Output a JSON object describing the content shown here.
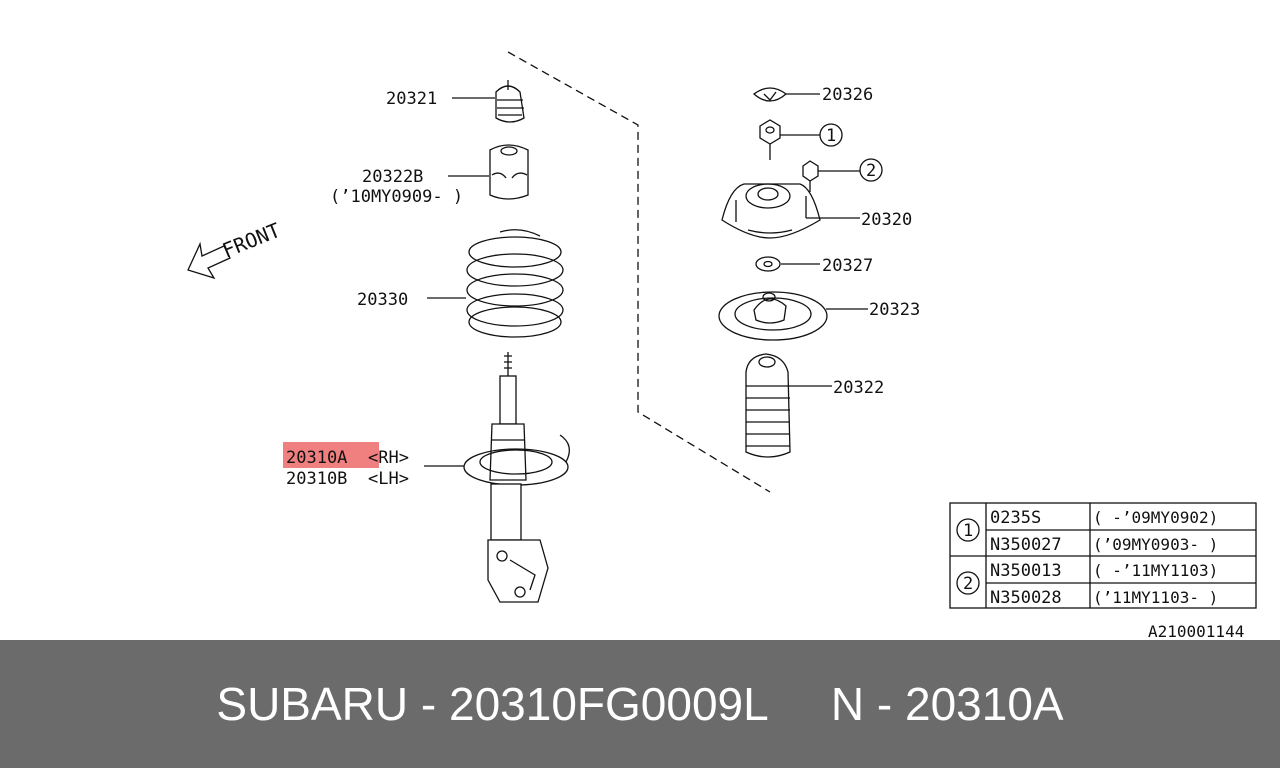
{
  "diagram": {
    "callouts": {
      "p20321": "20321",
      "p20322B": "20322B",
      "p20322B_note": "(’10MY0909- )",
      "p20330": "20330",
      "p20310A": "20310A",
      "p20310A_side": "<RH>",
      "p20310B": "20310B",
      "p20310B_side": "<LH>",
      "p20326": "20326",
      "p20320": "20320",
      "p20327": "20327",
      "p20323": "20323",
      "p20322": "20322",
      "ref1": "1",
      "ref2": "2"
    },
    "front_label": "FRONT",
    "highlight_color": "#f08080",
    "table": {
      "rows": [
        {
          "ref": "1",
          "part": "0235S",
          "note": "( -’09MY0902)"
        },
        {
          "ref": "",
          "part": "N350027",
          "note": "(’09MY0903- )"
        },
        {
          "ref": "2",
          "part": "N350013",
          "note": "( -’11MY1103)"
        },
        {
          "ref": "",
          "part": "N350028",
          "note": "(’11MY1103- )"
        }
      ]
    },
    "figure_id": "A210001144"
  },
  "footer": {
    "text": "SUBARU - 20310FG0009L     N - 20310A",
    "background": "#6b6b6b"
  }
}
